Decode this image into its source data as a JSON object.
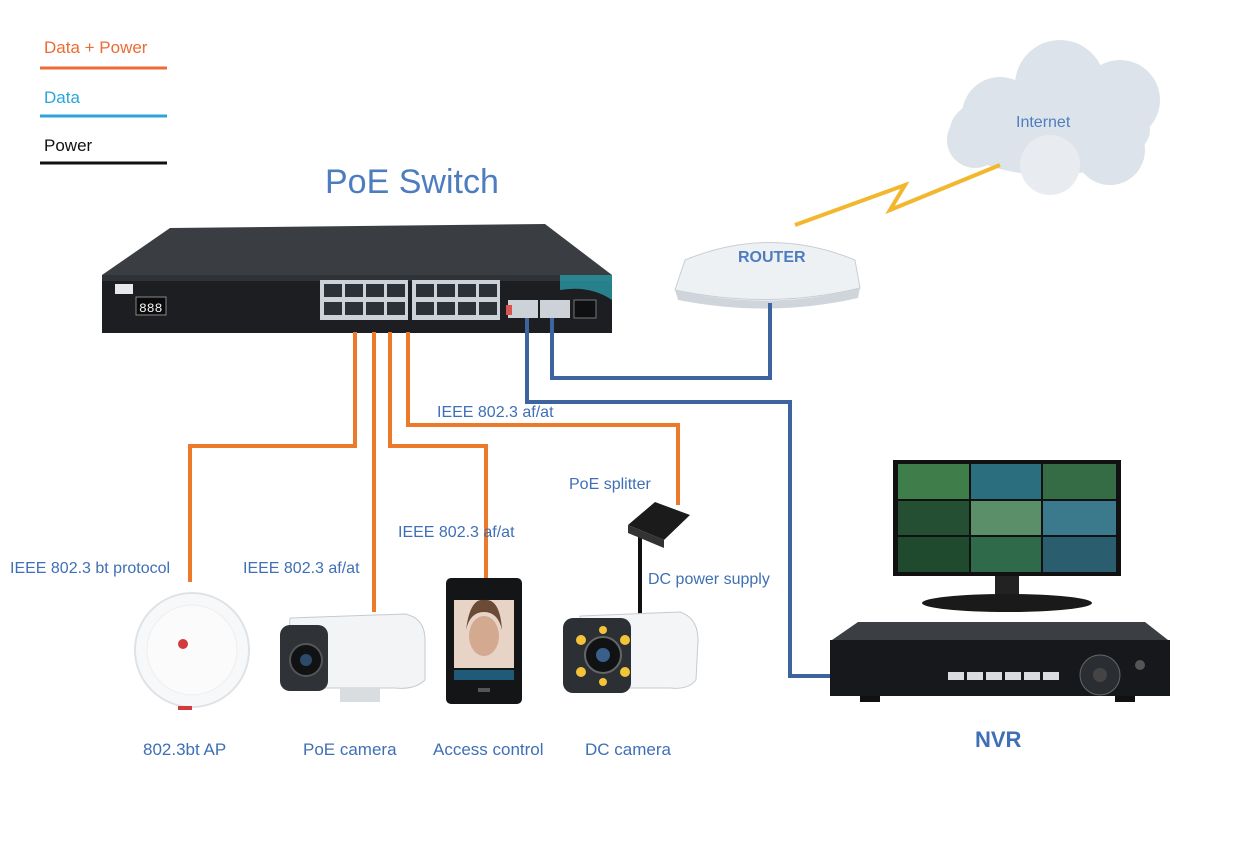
{
  "legend": [
    {
      "label": "Data + Power",
      "color": "#ec6b36"
    },
    {
      "label": "Data",
      "color": "#2aa5dc"
    },
    {
      "label": "Power",
      "color": "#111111"
    }
  ],
  "title": "PoE Switch",
  "cloud_label": "Internet",
  "router_label": "ROUTER",
  "link_labels": {
    "splitter_link": "IEEE 802.3 af/at",
    "ap_link": "IEEE 802.3 bt protocol",
    "camera_link": "IEEE 802.3 af/at",
    "access_link": "IEEE 802.3 af/at",
    "splitter": "PoE splitter",
    "dc_supply": "DC power supply"
  },
  "devices": {
    "ap": "802.3bt AP",
    "poe_camera": "PoE camera",
    "access_control": "Access control",
    "dc_camera": "DC camera",
    "nvr": "NVR"
  },
  "colors": {
    "data_power": "#ec7a2a",
    "data": "#3e64a0",
    "lightning": "#f2b72e",
    "title": "#4d7dbf"
  },
  "icons": [
    "cloud-icon",
    "router-icon",
    "switch-icon",
    "ap-icon",
    "bullet-camera-icon",
    "access-terminal-icon",
    "poe-splitter-icon",
    "monitor-icon",
    "nvr-icon"
  ]
}
